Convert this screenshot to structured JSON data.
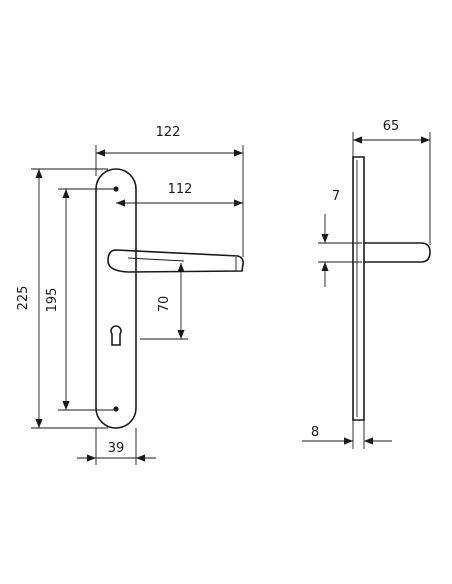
{
  "dimensions": {
    "width_122": "122",
    "spacing_112": "112",
    "depth_65": "65",
    "thickness_7": "7",
    "height_225": "225",
    "height_195": "195",
    "offset_70": "70",
    "plate_width_39": "39",
    "plate_thickness_8": "8"
  }
}
